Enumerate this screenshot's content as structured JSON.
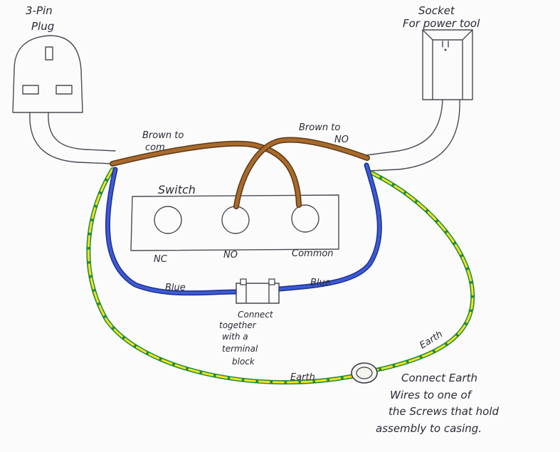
{
  "labels": {
    "plug_title_line1": "3-Pin",
    "plug_title_line2": "Plug",
    "socket_title_line1": "Socket",
    "socket_title_line2": "For power tool",
    "brown_com_line1": "Brown to",
    "brown_com_line2": "com",
    "brown_no_line1": "Brown to",
    "brown_no_line2": "NO",
    "switch_title": "Switch",
    "terminal_nc": "NC",
    "terminal_no": "NO",
    "terminal_common": "Common",
    "blue_left": "Blue",
    "blue_right": "Blue",
    "terminal_block_note": [
      "Connect",
      "together",
      "with a",
      "terminal",
      "block"
    ],
    "earth_bottom": "Earth",
    "earth_right": "Earth",
    "earth_note": [
      "Connect Earth",
      "Wires to one of",
      "the Screws that hold",
      "assembly to casing."
    ]
  },
  "colors": {
    "live_wire": "#a86a2c",
    "neutral_wire": "#3d5bd6",
    "earth_wire_green": "#1e8a3c",
    "earth_wire_yellow": "#f2e21c"
  }
}
